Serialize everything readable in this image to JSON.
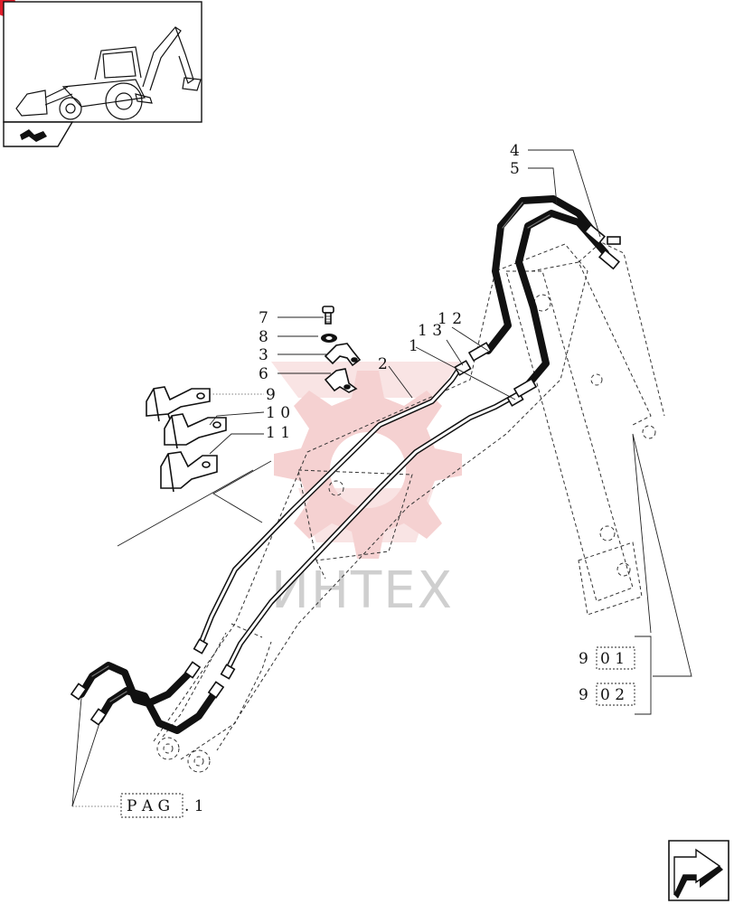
{
  "watermark": {
    "text": "ИНТЕХ",
    "gear_color": "#f4c9c9"
  },
  "callouts": {
    "c1": "1",
    "c2": "2",
    "c3": "3",
    "c4": "4",
    "c5": "5",
    "c6": "6",
    "c7": "7",
    "c8": "8",
    "c9": "9",
    "c10": "1 0",
    "c11": "1 1",
    "c12": "1 2",
    "c13": "1 3"
  },
  "references": {
    "ref901": {
      "prefix": "9",
      "boxed": "0 1"
    },
    "ref902": {
      "prefix": "9",
      "boxed": "0 2"
    },
    "pag": {
      "boxed": "P A G",
      "suffix": ". 1"
    }
  },
  "colors": {
    "accent_dot": "#e01e2b",
    "line": "#111111"
  },
  "icons": {
    "thumbnail": "backhoe-loader-icon",
    "nav": "next-page-arrow-icon"
  }
}
